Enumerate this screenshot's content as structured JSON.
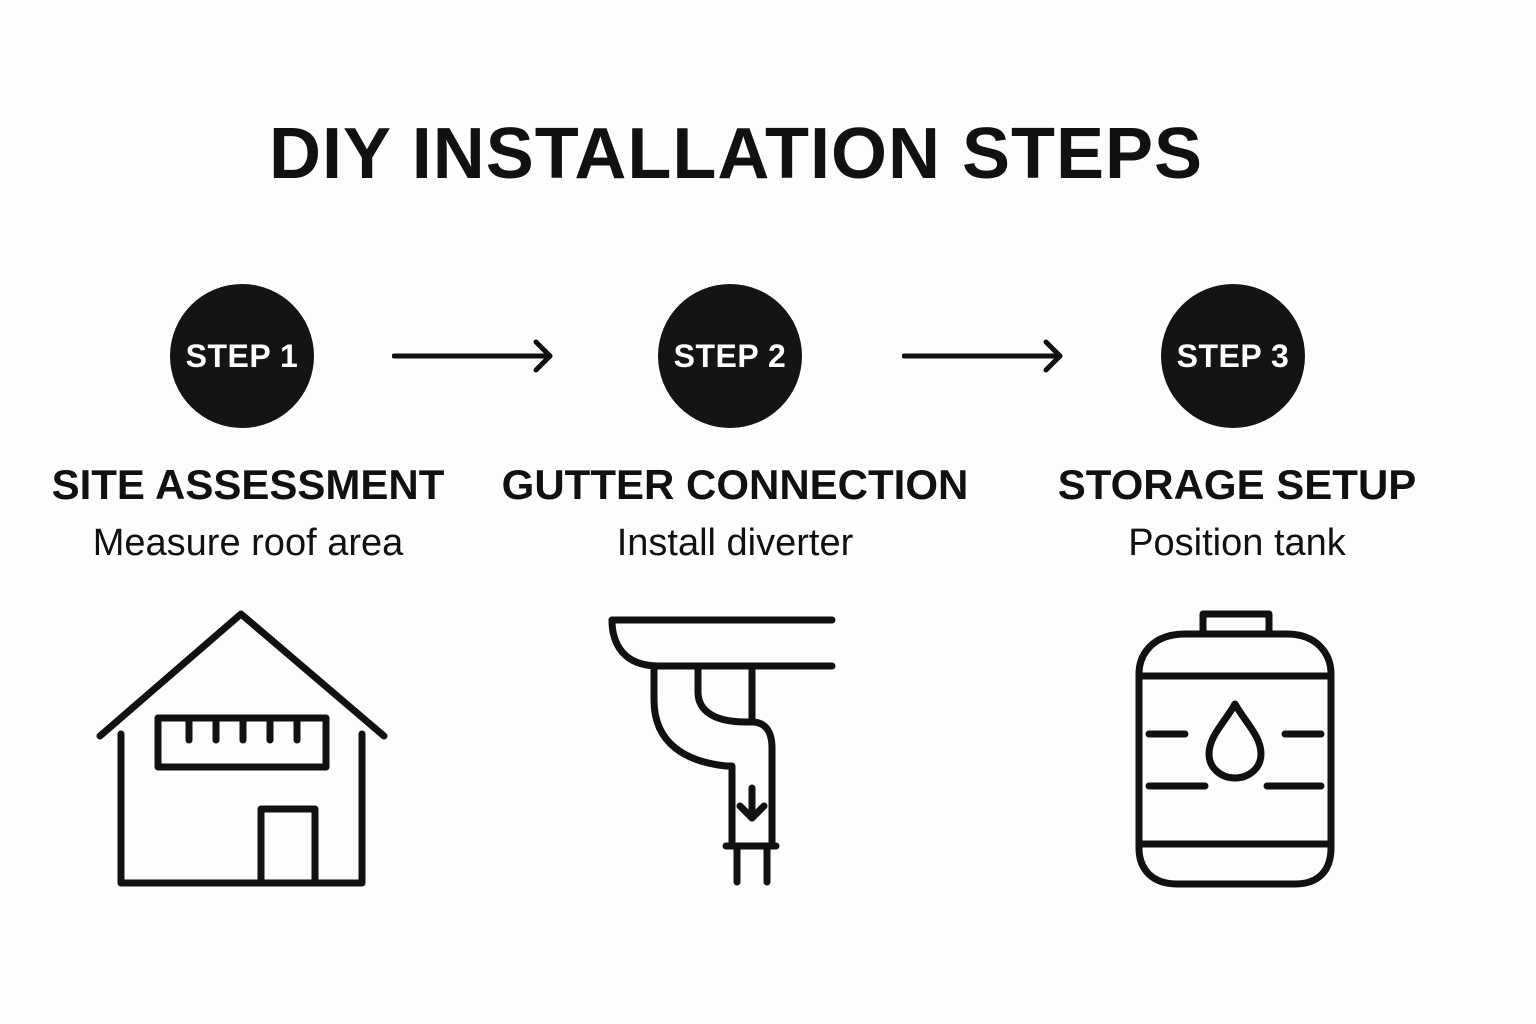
{
  "title": "DIY INSTALLATION STEPS",
  "steps": [
    {
      "badge": "STEP 1",
      "heading": "SITE ASSESSMENT",
      "description": "Measure roof area",
      "icon": "house-measure-icon"
    },
    {
      "badge": "STEP 2",
      "heading": "GUTTER CONNECTION",
      "description": "Install diverter",
      "icon": "gutter-downspout-icon"
    },
    {
      "badge": "STEP 3",
      "heading": "STORAGE SETUP",
      "description": "Position tank",
      "icon": "water-tank-icon"
    }
  ],
  "colors": {
    "background": "#fdfdfd",
    "ink": "#111111",
    "badge_fill": "#141414",
    "badge_text": "#ffffff"
  }
}
